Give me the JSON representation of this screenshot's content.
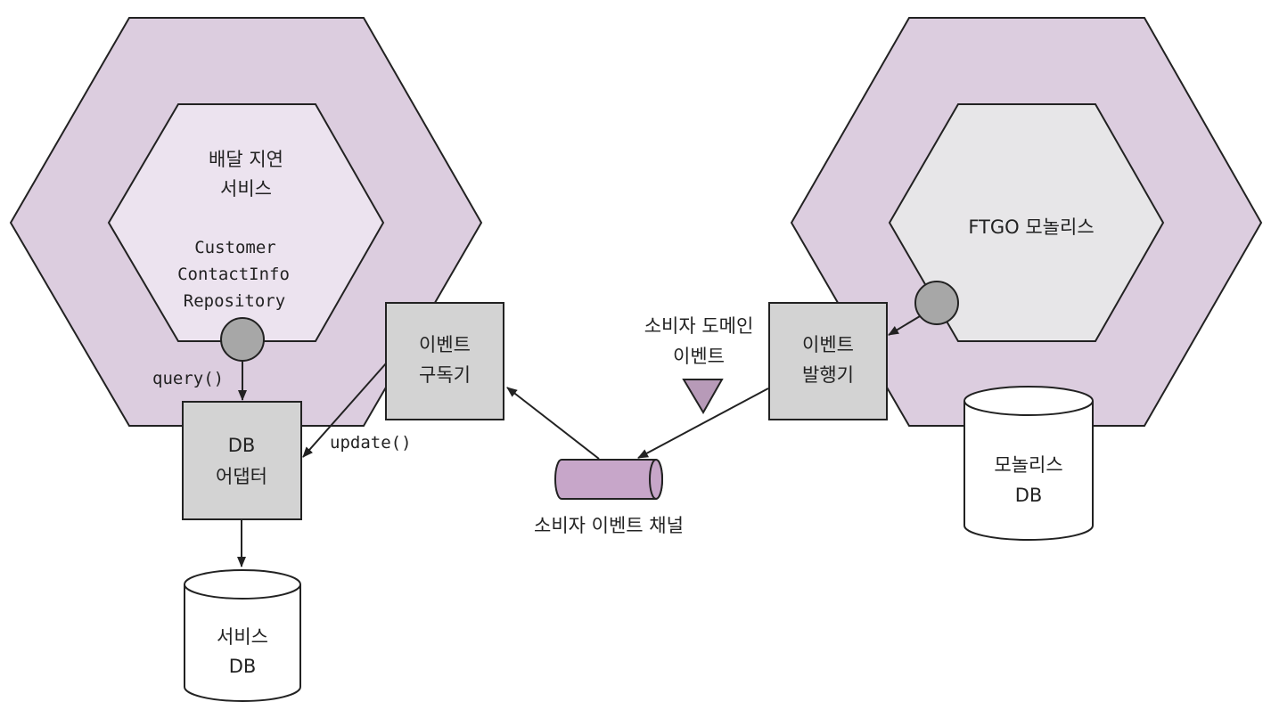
{
  "colors": {
    "outer_hexagon": "#dccddf",
    "inner_hexagon_left": "#ece3ef",
    "inner_hexagon_right": "#e7e6e8",
    "box_fill": "#d3d3d3",
    "port_fill": "#a7a7a7",
    "channel_fill": "#c7a6c9",
    "event_marker": "#b79ab8",
    "stroke": "#222222"
  },
  "service": {
    "name_line1": "배달 지연",
    "name_line2": "서비스",
    "repository_line1": "Customer",
    "repository_line2": "ContactInfo",
    "repository_line3": "Repository",
    "query_label": "query()",
    "update_label": "update()"
  },
  "db_adapter": {
    "line1": "DB",
    "line2": "어댑터"
  },
  "service_db": {
    "line1": "서비스",
    "line2": "DB"
  },
  "subscriber": {
    "line1": "이벤트",
    "line2": "구독기"
  },
  "channel": {
    "label": "소비자 이벤트 채널"
  },
  "domain_event": {
    "line1": "소비자 도메인",
    "line2": "이벤트"
  },
  "publisher": {
    "line1": "이벤트",
    "line2": "발행기"
  },
  "monolith": {
    "name": "FTGO 모놀리스"
  },
  "monolith_db": {
    "line1": "모놀리스",
    "line2": "DB"
  }
}
